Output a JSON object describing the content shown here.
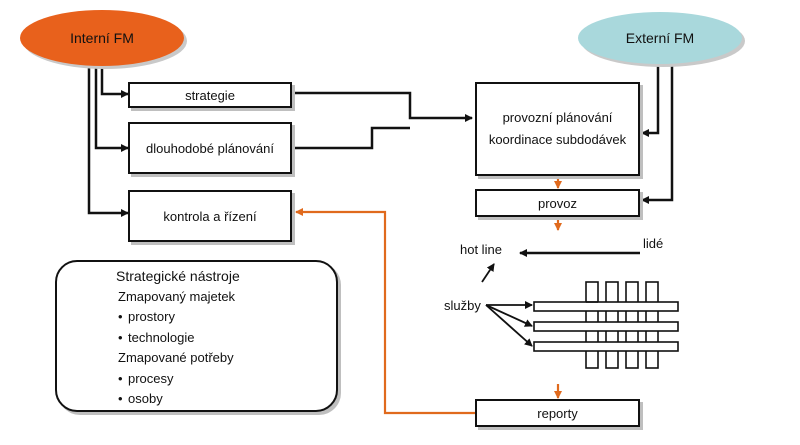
{
  "colors": {
    "internal": "#e8611c",
    "external": "#a9d8dc",
    "feedback": "#e06a1d",
    "line": "#111111"
  },
  "nodes": {
    "internal_fm": "Interní FM",
    "external_fm": "Externí FM",
    "strategie": "strategie",
    "dlouhodobe": "dlouhodobé plánování",
    "kontrola": "kontrola a řízení",
    "provozni_line1": "provozní plánování",
    "provozni_line2": "koordinace subdodávek",
    "provoz": "provoz",
    "reporty": "reporty",
    "hot_line": "hot line",
    "lide": "lidé",
    "sluzby": "služby"
  },
  "tools": {
    "title": "Strategické nástroje",
    "group1": "Zmapovaný majetek",
    "group1_items": [
      "prostory",
      "technologie"
    ],
    "group2": "Zmapované potřeby",
    "group2_items": [
      "procesy",
      "osoby"
    ]
  }
}
